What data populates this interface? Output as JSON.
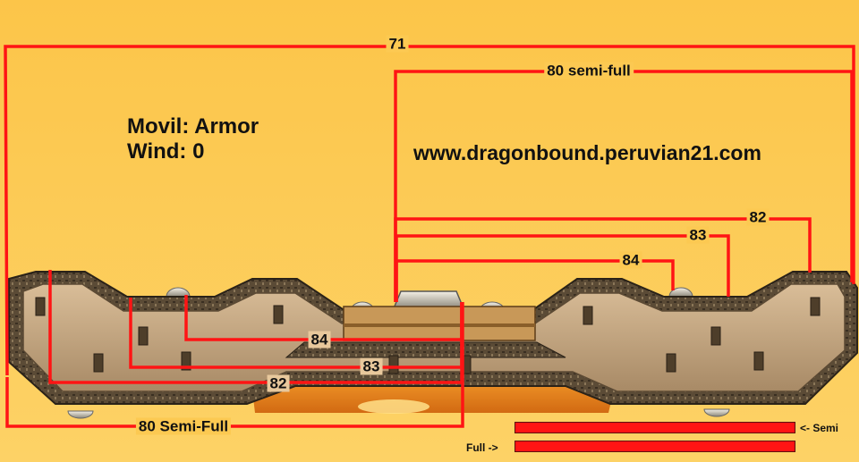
{
  "hud": {
    "mobile_line": "Movil: Armor",
    "wind_line": "Wind: 0",
    "website": "www.dragonbound.peruvian21.com"
  },
  "top_shots": {
    "full": "71",
    "semi_full": "80 semi-full",
    "s82": "82",
    "s83": "83",
    "s84": "84"
  },
  "bottom_shots": {
    "s84": "84",
    "s83": "83",
    "s82": "82",
    "semi_full": "80 Semi-Full"
  },
  "power_bars": {
    "semi_label": "<- Semi",
    "full_label": "Full ->",
    "semi_fraction": 1.0,
    "full_fraction": 1.0
  },
  "colors": {
    "sky": "#fcc952",
    "trajectory": "#ff1414",
    "terrain_outer": "#4a3e2c",
    "terrain_inner": "#c8a884"
  }
}
